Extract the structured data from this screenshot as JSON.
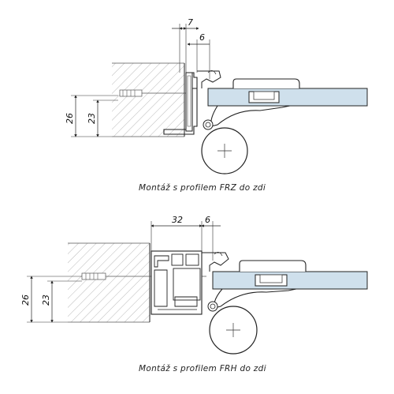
{
  "drawings": [
    {
      "caption": "Montáž s profilem FRZ do zdi",
      "dims": {
        "top_a": "7",
        "top_b": "6",
        "side_outer": "26",
        "side_inner": "23"
      }
    },
    {
      "caption": "Montáž s profilem FRH do zdi",
      "dims": {
        "top_a": "32",
        "top_b": "6",
        "side_outer": "26",
        "side_inner": "23"
      }
    }
  ],
  "colors": {
    "glass": "#cfe0ec",
    "line": "#222222",
    "hatch": "#9a9a9a"
  }
}
